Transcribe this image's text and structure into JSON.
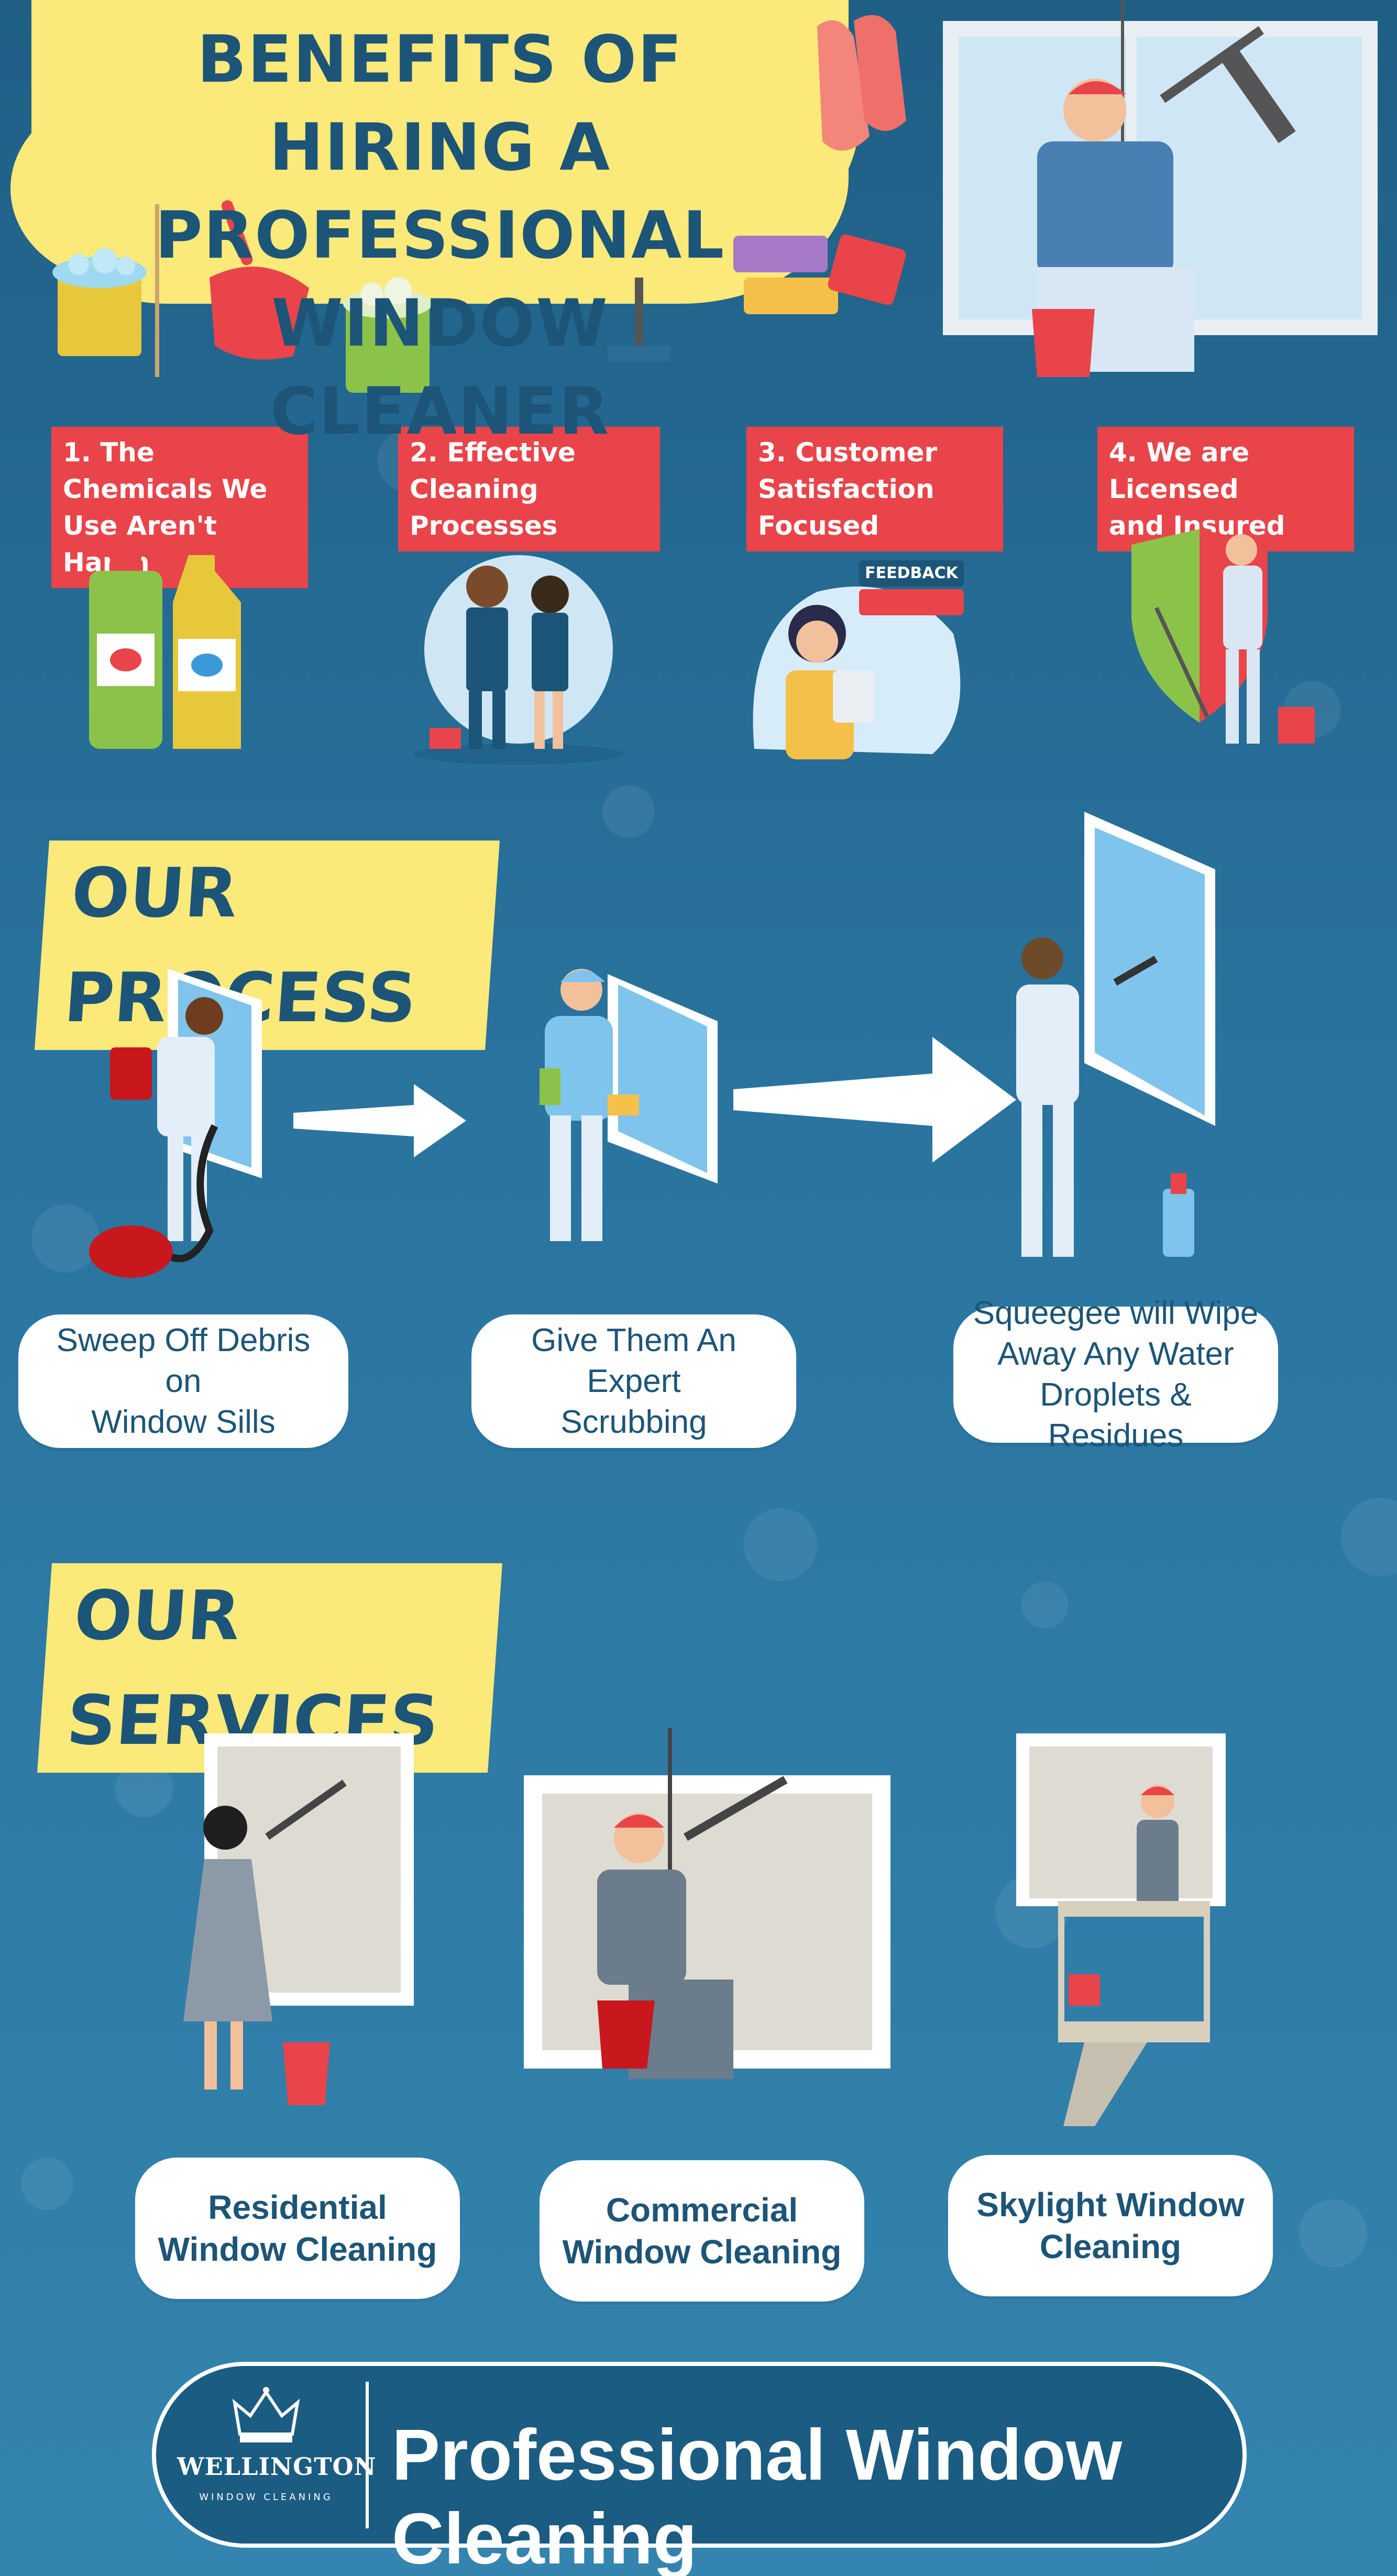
{
  "title": {
    "line1": "BENEFITS OF HIRING A",
    "line2": "PROFESSIONAL WINDOW",
    "line3": "CLEANER"
  },
  "benefits": [
    {
      "line1": "1. The Chemicals We",
      "line2": "Use Aren't Harsh"
    },
    {
      "line1": "2. Effective Cleaning",
      "line2": "Processes"
    },
    {
      "line1": "3. Customer",
      "line2": "Satisfaction Focused"
    },
    {
      "line1": "4. We are Licensed",
      "line2": "and Insured"
    }
  ],
  "feedback_label": "FEEDBACK",
  "process": {
    "heading": "OUR PROCESS",
    "steps": [
      {
        "line1": "Sweep Off Debris on",
        "line2": "Window Sills"
      },
      {
        "line1": "Give Them An Expert",
        "line2": "Scrubbing"
      },
      {
        "line1": "Squeegee will Wipe",
        "line2": "Away Any Water",
        "line3": "Droplets & Residues"
      }
    ]
  },
  "services": {
    "heading": "OUR SERVICES",
    "items": [
      {
        "line1": "Residential",
        "line2": "Window Cleaning"
      },
      {
        "line1": "Commercial",
        "line2": "Window Cleaning"
      },
      {
        "line1": "Skylight Window",
        "line2": "Cleaning"
      }
    ]
  },
  "footer": {
    "brand": "WELLINGTON",
    "brand_sub": "WINDOW CLEANING",
    "tagline": "Professional Window Cleaning"
  },
  "colors": {
    "background": "#236b93",
    "accent_yellow": "#fbe97a",
    "label_red": "#e9444a",
    "text_navy": "#1c5577"
  },
  "icons": [
    "bucket-icon",
    "dustpan-icon",
    "mop-icon",
    "sponge-icon",
    "gloves-icon",
    "bottle-icon",
    "shield-icon",
    "arrow-icon",
    "crown-icon"
  ]
}
